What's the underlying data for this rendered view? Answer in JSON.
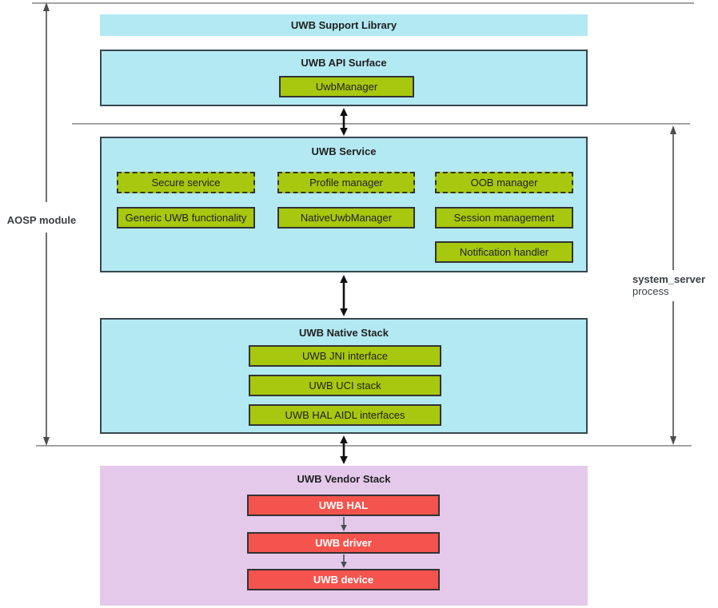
{
  "side_labels": {
    "left": "AOSP module",
    "right_line1": "system_server",
    "right_line2": "process"
  },
  "support_library": {
    "title": "UWB Support Library"
  },
  "api_surface": {
    "title": "UWB API Surface",
    "uwb_manager": "UwbManager"
  },
  "service": {
    "title": "UWB Service",
    "row1": [
      "Secure service",
      "Profile manager",
      "OOB manager"
    ],
    "row2": [
      "Generic UWB functionality",
      "NativeUwbManager",
      "Session management"
    ],
    "row3": [
      "Notification handler"
    ]
  },
  "native_stack": {
    "title": "UWB Native Stack",
    "boxes": [
      "UWB JNI interface",
      "UWB UCI stack",
      "UWB HAL AIDL interfaces"
    ]
  },
  "vendor_stack": {
    "title": "UWB Vendor Stack",
    "boxes": [
      "UWB HAL",
      "UWB driver",
      "UWB device"
    ]
  },
  "colors": {
    "cyan": "#b3e9f2",
    "green": "#a7c80e",
    "red": "#f4544d",
    "purple": "#e5c9eb",
    "box_border": "#37474f",
    "boundary_line": "#9e9e9e",
    "arrow": "#111111"
  }
}
